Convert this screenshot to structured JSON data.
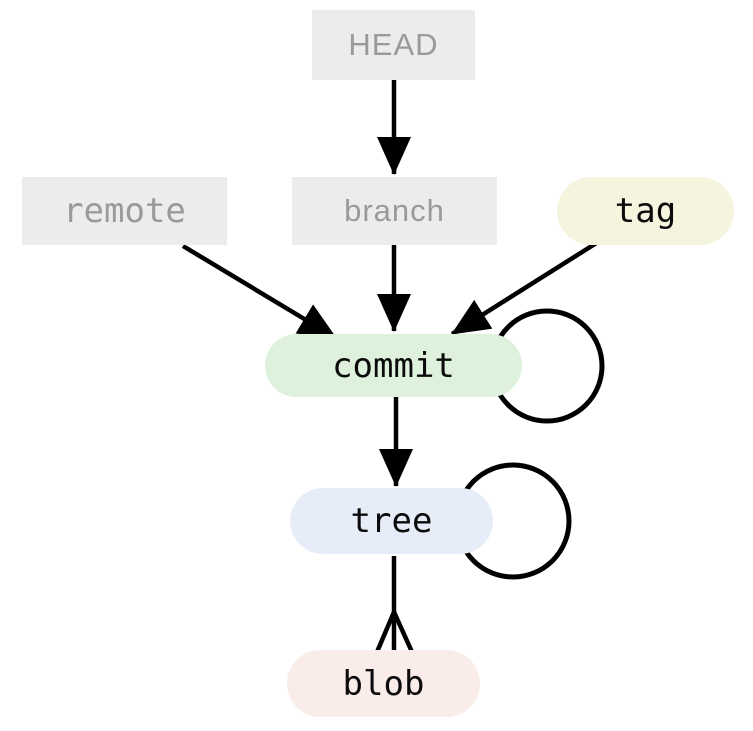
{
  "diagram": {
    "description": "Git data model diagram: refs pointing to objects",
    "nodes": {
      "head": {
        "label": "HEAD",
        "kind": "ref",
        "shape": "rectangle",
        "bg": "#ececec",
        "text_color": "#9a9a9a"
      },
      "remote": {
        "label": "remote",
        "kind": "ref",
        "shape": "rectangle",
        "bg": "#ececec",
        "text_color": "#9a9a9a"
      },
      "branch": {
        "label": "branch",
        "kind": "ref",
        "shape": "rectangle",
        "bg": "#ececec",
        "text_color": "#9a9a9a"
      },
      "tag": {
        "label": "tag",
        "kind": "object",
        "shape": "rounded-pill",
        "bg": "#f5f4de",
        "text_color": "#0b0b0b"
      },
      "commit": {
        "label": "commit",
        "kind": "object",
        "shape": "rounded-pill",
        "bg": "#ddf1dd",
        "text_color": "#0b0b0b"
      },
      "tree": {
        "label": "tree",
        "kind": "object",
        "shape": "rounded-pill",
        "bg": "#e7edf8",
        "text_color": "#0b0b0b"
      },
      "blob": {
        "label": "blob",
        "kind": "object",
        "shape": "rounded-pill",
        "bg": "#f9ece9",
        "text_color": "#0b0b0b"
      }
    },
    "edges": [
      {
        "from": "HEAD",
        "to": "branch",
        "type": "arrow"
      },
      {
        "from": "remote",
        "to": "commit",
        "type": "arrow"
      },
      {
        "from": "branch",
        "to": "commit",
        "type": "arrow"
      },
      {
        "from": "tag",
        "to": "commit",
        "type": "arrow"
      },
      {
        "from": "commit",
        "to": "commit",
        "type": "self-loop"
      },
      {
        "from": "commit",
        "to": "tree",
        "type": "arrow"
      },
      {
        "from": "tree",
        "to": "tree",
        "type": "self-loop"
      },
      {
        "from": "tree",
        "to": "blob",
        "type": "one-to-many"
      }
    ],
    "line_color": "#000000",
    "background": "#ffffff"
  }
}
